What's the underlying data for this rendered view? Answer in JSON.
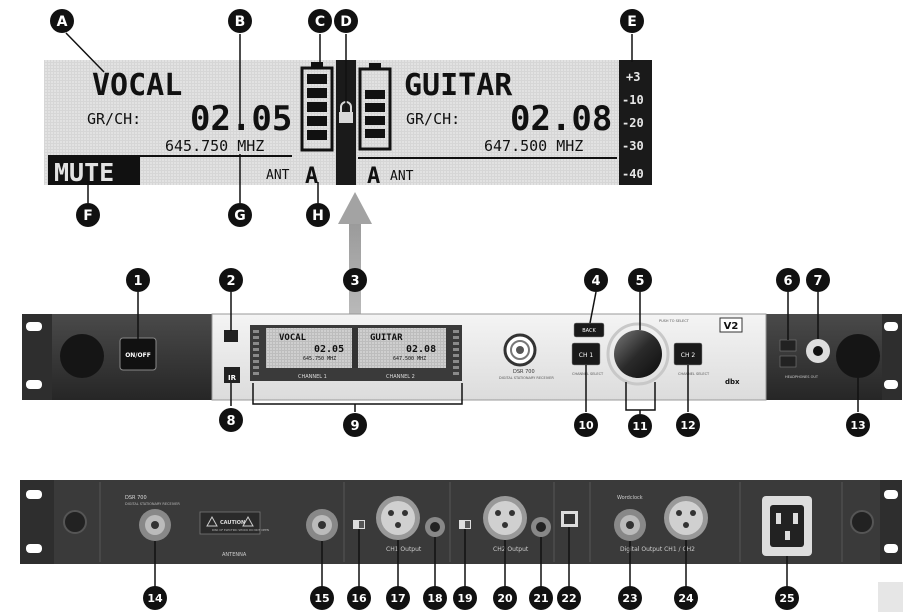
{
  "lcd": {
    "ch1": {
      "name": "VOCAL",
      "grch_label": "GR/CH:",
      "grch": "02.05",
      "freq": "645.750 MHZ",
      "mute": "MUTE",
      "ant_label": "ANT",
      "ant": "A"
    },
    "ch2": {
      "name": "GUITAR",
      "grch_label": "GR/CH:",
      "grch": "02.08",
      "freq": "647.500 MHZ",
      "ant_label": "ANT",
      "ant": "A"
    },
    "meter_scale": [
      "+3",
      "-10",
      "-20",
      "-30",
      "-40"
    ]
  },
  "lcd_callouts": [
    "A",
    "B",
    "C",
    "D",
    "E",
    "F",
    "G",
    "H"
  ],
  "front_panel": {
    "on_off_label": "ON/OFF",
    "back_label": "BACK",
    "ch1_label": "CH 1",
    "ch2_label": "CH 2",
    "v2_badge": "V2",
    "channel1": "CHANNEL 1",
    "channel2": "CHANNEL 2",
    "model": "DSR 700",
    "model_sub": "DIGITAL STATIONARY RECEIVER",
    "brand": "dbx",
    "push_to_select": "PUSH TO SELECT",
    "channel_select_1": "CHANNEL SELECT",
    "channel_select_2": "CHANNEL SELECT",
    "headphones_out": "HEADPHONES OUT",
    "ir_label": "IR",
    "mini_lcd": {
      "ch1_name": "VOCAL",
      "ch1_grch": "02.05",
      "ch1_freq": "645.750 MHZ",
      "ch2_name": "GUITAR",
      "ch2_grch": "02.08",
      "ch2_freq": "647.500 MHZ"
    }
  },
  "front_callouts": [
    "1",
    "2",
    "3",
    "4",
    "5",
    "6",
    "7",
    "8",
    "9",
    "10",
    "11",
    "12",
    "13"
  ],
  "rear_panel": {
    "model": "DSR 700",
    "model_sub": "DIGITAL STATIONARY RECEIVER",
    "caution": "CAUTION",
    "caution_sub": "RISK OF ELECTRIC SHOCK DO NOT OPEN",
    "antenna": "ANTENNA",
    "ch1_output": "CH1 Output",
    "ch2_output": "CH2 Output",
    "digital_output": "Digital Output CH1 / CH2",
    "wordclock": "Wordclock"
  },
  "rear_callouts": [
    "14",
    "15",
    "16",
    "17",
    "18",
    "19",
    "20",
    "21",
    "22",
    "23",
    "24",
    "25"
  ]
}
